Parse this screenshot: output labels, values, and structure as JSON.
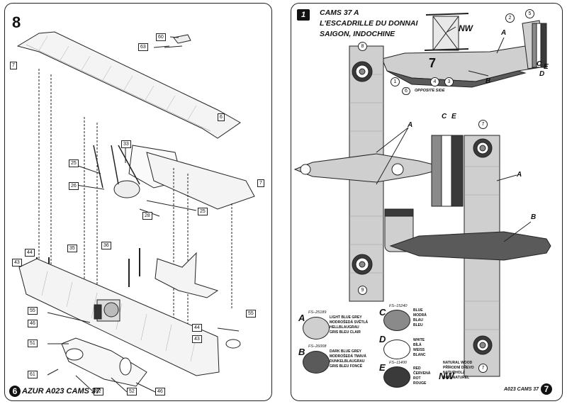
{
  "left_page": {
    "page_number": "8",
    "footer_page_number": "6",
    "footer_text": "AZUR A023 CAMS 37",
    "callouts": [
      "60",
      "63",
      "7",
      "6",
      "33",
      "25",
      "26",
      "28",
      "25",
      "7",
      "44",
      "35",
      "36",
      "43",
      "55",
      "46",
      "51",
      "61",
      "62",
      "52",
      "46",
      "44",
      "43",
      "55"
    ]
  },
  "right_page": {
    "title_lines": [
      "CAMS 37 A",
      "L'ESCADRILLE DU DONNAI",
      "SAIGON, INDOCHINE"
    ],
    "page_number": "7",
    "footer_text": "A023 CAMS 37",
    "opposite_side_note": "OPPOSITE SIDE",
    "markings": {
      "nw": "NW",
      "a": "A",
      "b": "B",
      "c": "C",
      "d": "D",
      "e": "E",
      "num_1": "1",
      "num_2": "2",
      "num_3": "3",
      "num_4": "4",
      "num_5": "5",
      "num_6": "6",
      "num_7": "7",
      "num_8": "8",
      "num_9": "9",
      "hull_number": "7"
    },
    "colors": [
      {
        "key": "A",
        "fs": "FS–25189",
        "names": [
          "LIGHT BLUE GREY",
          "MODROŠEDÁ SVĚTLÁ",
          "HELLBLAUGRAU",
          "GRIS BLEU CLAIR"
        ],
        "hex": "#cfcfcf"
      },
      {
        "key": "B",
        "fs": "FS–26008",
        "names": [
          "DARK BLUE GREY",
          "MODROŠEDÁ TMAVÁ",
          "DUNKELBLAUGRAU",
          "GRIS BLEU FONCÉ"
        ],
        "hex": "#5a5a5a"
      },
      {
        "key": "C",
        "fs": "FS–15240",
        "names": [
          "BLUE",
          "MODRÁ",
          "BLAU",
          "BLEU"
        ],
        "hex": "#8a8a8a"
      },
      {
        "key": "D",
        "fs": "",
        "names": [
          "WHITE",
          "BÍLÁ",
          "WEISS",
          "BLANC"
        ],
        "hex": "#ffffff"
      },
      {
        "key": "E",
        "fs": "FS–11400",
        "names": [
          "RED",
          "ČERVENÁ",
          "ROT",
          "ROUGE"
        ],
        "hex": "#3a3a3a"
      },
      {
        "key": "NW",
        "fs": "",
        "names": [
          "NATURAL WOOD",
          "PŘÍRODNÍ DŘEVO",
          "NATURHOLZ",
          "BOIS NATUREL"
        ],
        "hex": ""
      }
    ]
  }
}
